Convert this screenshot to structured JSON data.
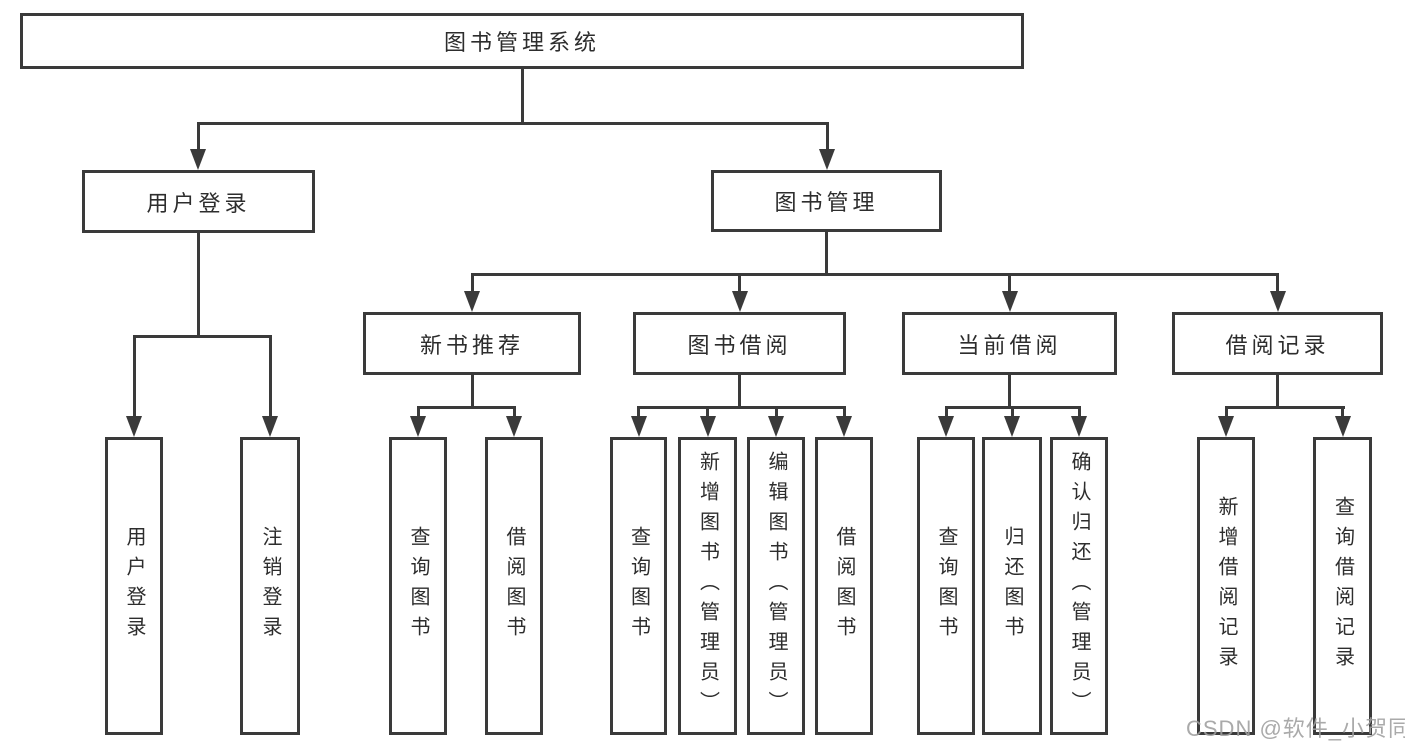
{
  "diagram": {
    "type": "hierarchy",
    "root": {
      "label": "图书管理系统"
    },
    "level2": [
      {
        "label": "用户登录",
        "children_group": "user_login"
      },
      {
        "label": "图书管理",
        "children_group": "book_management"
      }
    ],
    "level3": [
      {
        "label": "新书推荐",
        "parent": "图书管理",
        "children_group": "new_book"
      },
      {
        "label": "图书借阅",
        "parent": "图书管理",
        "children_group": "book_borrow"
      },
      {
        "label": "当前借阅",
        "parent": "图书管理",
        "children_group": "current_borrow"
      },
      {
        "label": "借阅记录",
        "parent": "图书管理",
        "children_group": "borrow_records"
      }
    ],
    "leaves": {
      "user_login": [
        "用户登录",
        "注销登录"
      ],
      "new_book": [
        "查询图书",
        "借阅图书"
      ],
      "book_borrow": [
        "查询图书",
        "新增图书（管理员）",
        "编辑图书（管理员）",
        "借阅图书"
      ],
      "current_borrow": [
        "查询图书",
        "归还图书",
        "确认归还（管理员）"
      ],
      "borrow_records": [
        "新增借阅记录",
        "查询借阅记录"
      ]
    }
  },
  "watermark": {
    "text": "CSDN @软件_小贺同学"
  },
  "colors": {
    "line": "#3a3a3a",
    "node_border": "#3a3a3a",
    "text": "#2d2d2d",
    "background": "#ffffff",
    "watermark": "#9e9e9e"
  }
}
